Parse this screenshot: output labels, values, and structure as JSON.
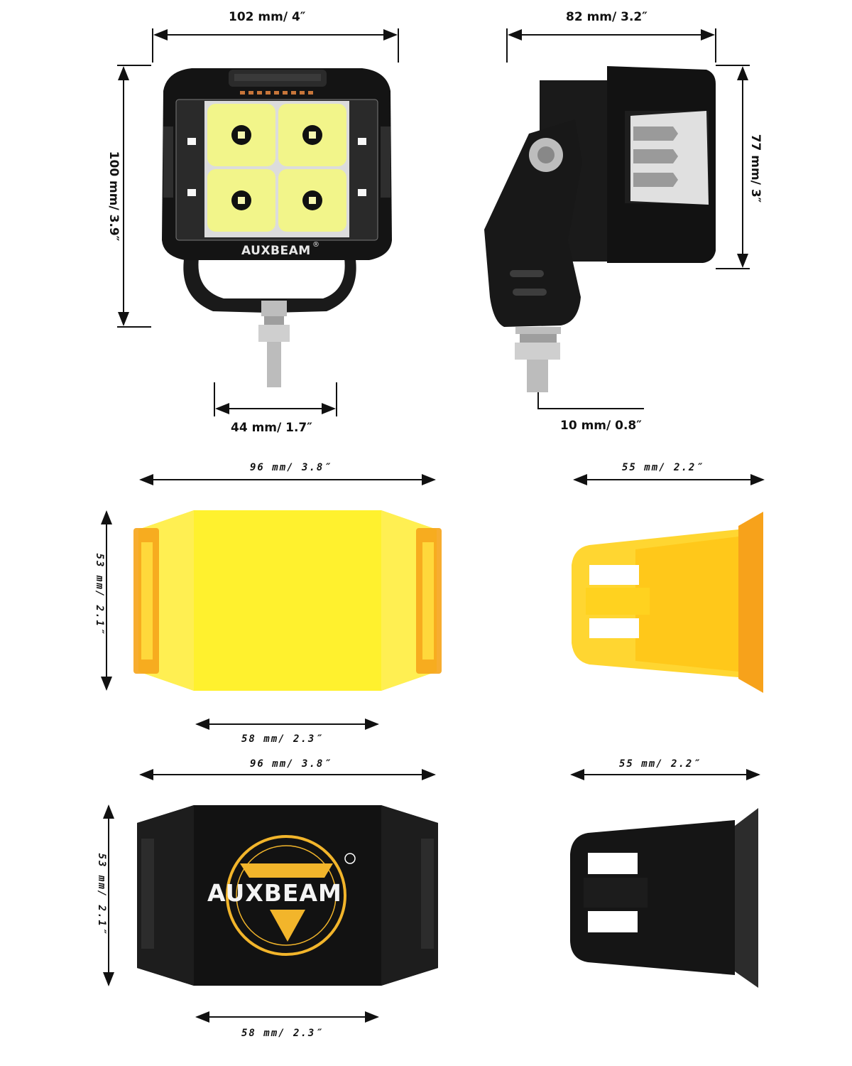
{
  "title": "Auxbeam LED pod light and covers dimension diagram",
  "brand": {
    "name": "AUXBEAM",
    "registered_mark": "®",
    "accent_color": "#f2b52b",
    "body_color": "#111111"
  },
  "sections": {
    "light_front": {
      "width_label": "102 mm/ 4″",
      "height_label": "100 mm/ 3.9″",
      "bracket_label": "44 mm/ 1.7″",
      "logo_text": "AUXBEAM"
    },
    "light_side": {
      "depth_label": "82 mm/ 3.2″",
      "height_label": "77 mm/ 3″",
      "bolt_label": "10 mm/ 0.8″"
    },
    "amber_cover_front": {
      "width_label": "96 mm/ 3.8″",
      "height_label": "53 mm/ 2.1″",
      "inner_width_label": "58 mm/ 2.3″",
      "color": "#ffe92e",
      "clip_color": "#f7a21b"
    },
    "amber_cover_side": {
      "depth_label": "55 mm/ 2.2″"
    },
    "black_cover_front": {
      "width_label": "96 mm/ 3.8″",
      "height_label": "53 mm/ 2.1″",
      "inner_width_label": "58 mm/ 2.3″",
      "logo_text": "AUXBEAM"
    },
    "black_cover_side": {
      "depth_label": "55 mm/ 2.2″"
    }
  }
}
